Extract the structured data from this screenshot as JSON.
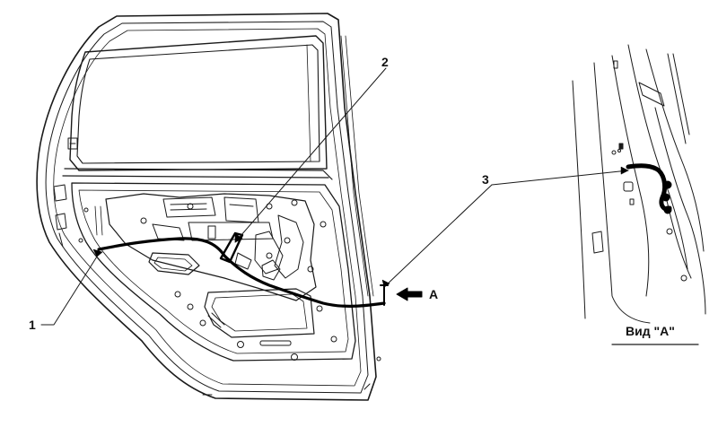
{
  "diagram": {
    "callouts": [
      "1",
      "2",
      "3"
    ],
    "arrow_label": "A",
    "view_caption": "Вид \"А\""
  }
}
